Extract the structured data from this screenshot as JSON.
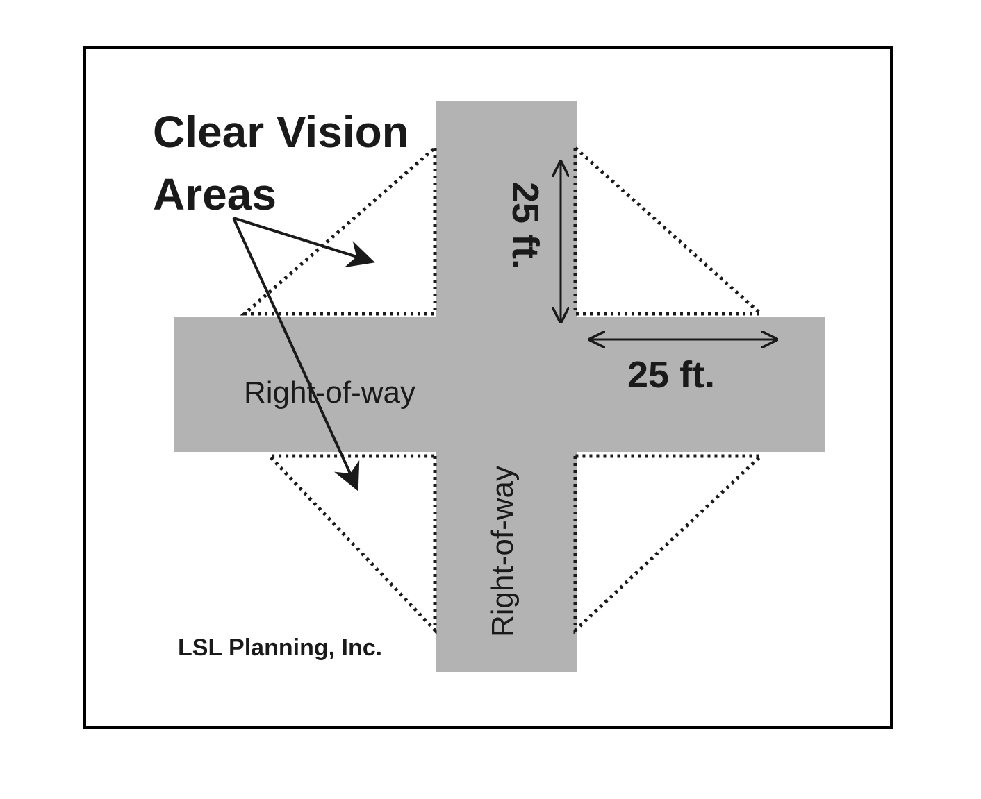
{
  "diagram": {
    "title_line1": "Clear Vision",
    "title_line2": "Areas",
    "dim_vertical": "25 ft.",
    "dim_horizontal": "25 ft.",
    "row_horizontal": "Right-of-way",
    "row_vertical": "Right-of-way",
    "credit": "LSL Planning, Inc."
  },
  "colors": {
    "road": "#b3b3b3",
    "ink": "#1a1a1a",
    "frame": "#000000",
    "background": "#ffffff"
  }
}
